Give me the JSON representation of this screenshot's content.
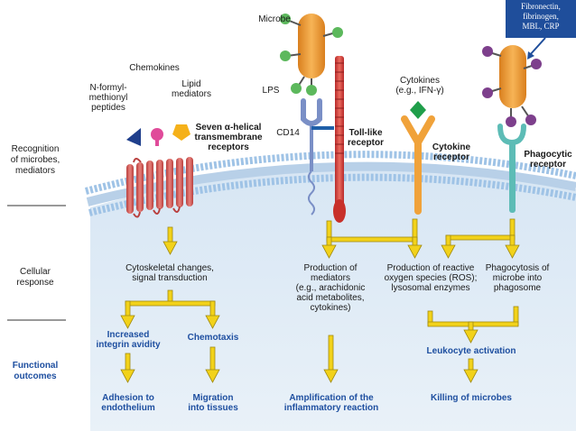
{
  "callout": {
    "line1": "Fibronectin,",
    "line2": "fibrinogen,",
    "line3": "MBL, CRP"
  },
  "rows": {
    "recognition": [
      "Recognition",
      "of microbes,",
      "mediators"
    ],
    "cellular": [
      "Cellular",
      "response"
    ],
    "functional": [
      "Functional",
      "outcomes"
    ]
  },
  "labels": {
    "microbe": "Microbe",
    "lps": "LPS",
    "cd14": "CD14",
    "chemokines": "Chemokines",
    "nformyl": [
      "N-formyl-",
      "methionyl",
      "peptides"
    ],
    "lipid": [
      "Lipid",
      "mediators"
    ],
    "seven": [
      "Seven α-helical",
      "transmembrane",
      "receptors"
    ],
    "toll": [
      "Toll-like",
      "receptor"
    ],
    "cytokines": [
      "Cytokines",
      "(e.g., IFN-γ)"
    ],
    "cytokine_receptor": [
      "Cytokine",
      "receptor"
    ],
    "phagocytic_receptor": [
      "Phagocytic",
      "receptor"
    ]
  },
  "responses": {
    "cytoskeletal": [
      "Cytoskeletal changes,",
      "signal transduction"
    ],
    "mediators": [
      "Production of",
      "mediators",
      "(e.g., arachidonic",
      "acid metabolites,",
      "cytokines)"
    ],
    "ros": [
      "Production of reactive",
      "oxygen species (ROS);",
      "lysosomal enzymes"
    ],
    "phagocytosis": [
      "Phagocytosis of",
      "microbe into",
      "phagosome"
    ]
  },
  "outcomes": {
    "integrin": [
      "Increased",
      "integrin avidity"
    ],
    "chemotaxis": "Chemotaxis",
    "leukocyte": "Leukocyte activation",
    "adhesion": [
      "Adhesion to",
      "endothelium"
    ],
    "migration": [
      "Migration",
      "into tissues"
    ],
    "amplification": [
      "Amplification of the",
      "inflammatory reaction"
    ],
    "killing": "Killing of microbes"
  },
  "colors": {
    "cell": "#cfe0f0",
    "membrane_head": "#9fc3e6",
    "arrow": "#f2d21a",
    "arrow_edge": "#a08a10",
    "outcome_text": "#1e4fa0",
    "microbe": "#f0a23a",
    "callout": "#1f4e9b"
  }
}
